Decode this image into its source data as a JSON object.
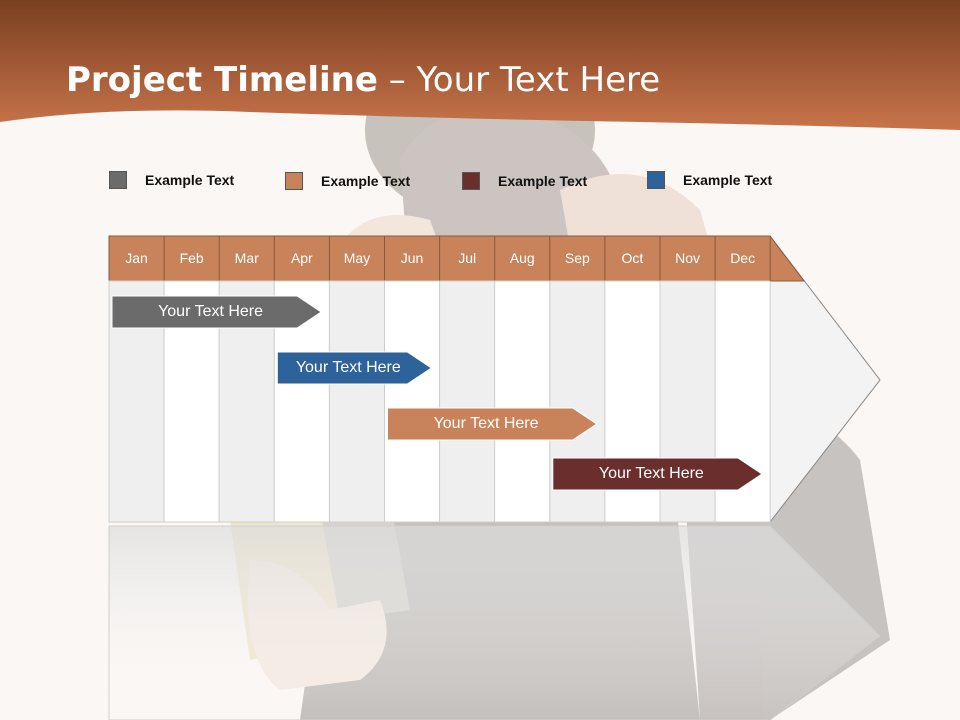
{
  "slide": {
    "title_bold": "Project Timeline",
    "title_rest": " – Your Text Here"
  },
  "legend": [
    {
      "label": "Example Text",
      "color": "#6b6b6b"
    },
    {
      "label": "Example Text",
      "color": "#c9835a"
    },
    {
      "label": "Example Text",
      "color": "#6a2f2c"
    },
    {
      "label": "Example Text",
      "color": "#2e629a"
    }
  ],
  "months": [
    "Jan",
    "Feb",
    "Mar",
    "Apr",
    "May",
    "Jun",
    "Jul",
    "Aug",
    "Sep",
    "Oct",
    "Nov",
    "Dec"
  ],
  "tasks": [
    {
      "label": "Your  Text Here",
      "color": "#6b6b6b",
      "start_month": "Jan",
      "end_month": "Apr"
    },
    {
      "label": "Your  Text Here",
      "color": "#2e629a",
      "start_month": "Apr",
      "end_month": "Jun"
    },
    {
      "label": "Your  Text Here",
      "color": "#c9835a",
      "start_month": "Jun",
      "end_month": "Sep"
    },
    {
      "label": "Your  Text Here",
      "color": "#6a2f2c",
      "start_month": "Sep",
      "end_month": "Dec"
    }
  ],
  "colors": {
    "header_brown": "#b5683a",
    "month_header": "#c9835a"
  }
}
